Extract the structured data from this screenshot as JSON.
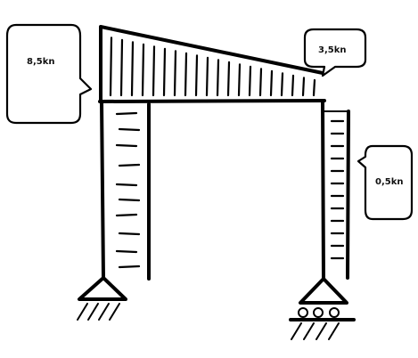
{
  "loads": {
    "left_beam_label": "8,5kn",
    "right_beam_label": "3,5kn",
    "right_column_label": "0,5kn"
  },
  "colors": {
    "stroke": "#000000",
    "background": "#ffffff"
  }
}
